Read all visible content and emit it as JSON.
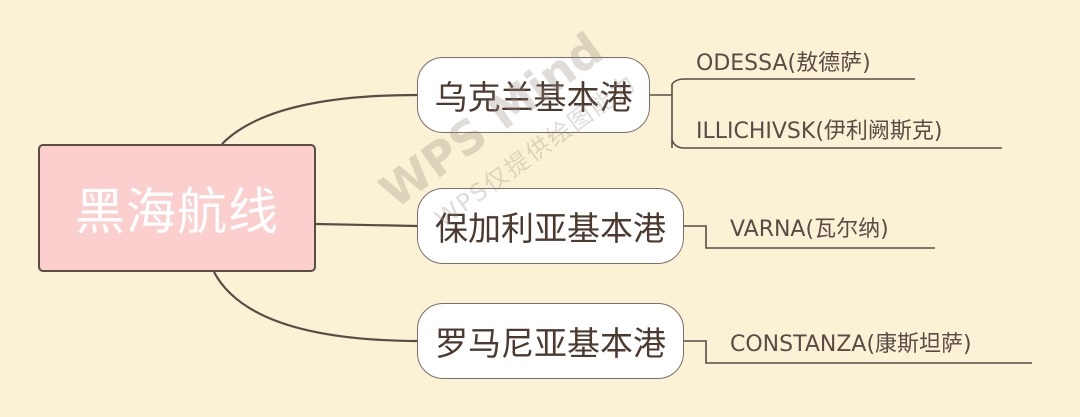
{
  "mindmap": {
    "root": {
      "label": "黑海航线"
    },
    "branches": [
      {
        "label": "乌克兰基本港",
        "leaves": [
          "ODESSA(敖德萨)",
          "ILLICHIVSK(伊利阙斯克)"
        ]
      },
      {
        "label": "保加利亚基本港",
        "leaves": [
          "VARNA(瓦尔纳)"
        ]
      },
      {
        "label": "罗马尼亚基本港",
        "leaves": [
          "CONSTANZA(康斯坦萨)"
        ]
      }
    ]
  },
  "watermark": {
    "brand": "WPS Mind",
    "note": "WPS仅提供绘图能力"
  },
  "colors": {
    "background": "#fbf2d5",
    "root_fill": "#fbcfcd",
    "line": "#5a4b45"
  }
}
